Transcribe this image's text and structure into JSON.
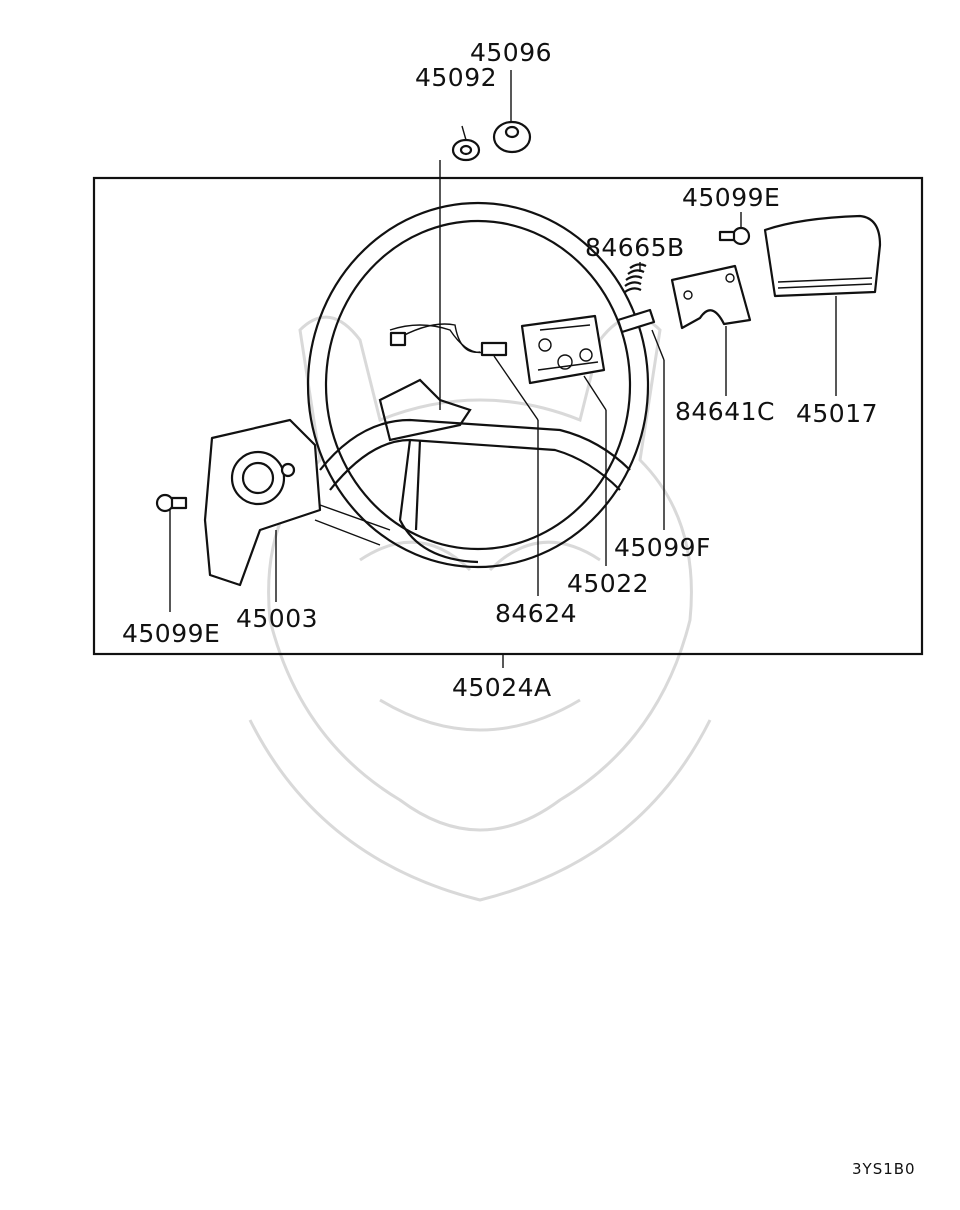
{
  "parts": {
    "p45096": "45096",
    "p45092": "45092",
    "p45099E_top": "45099E",
    "p84665B": "84665B",
    "p84641C": "84641C",
    "p45017": "45017",
    "p45099F": "45099F",
    "p45022": "45022",
    "p84624": "84624",
    "p45003": "45003",
    "p45099E_left": "45099E",
    "p45024A": "45024A"
  },
  "diagram_code": "3YS1B0",
  "colors": {
    "ink": "#111111",
    "watermark": "#d9d9d9",
    "background": "#ffffff"
  }
}
